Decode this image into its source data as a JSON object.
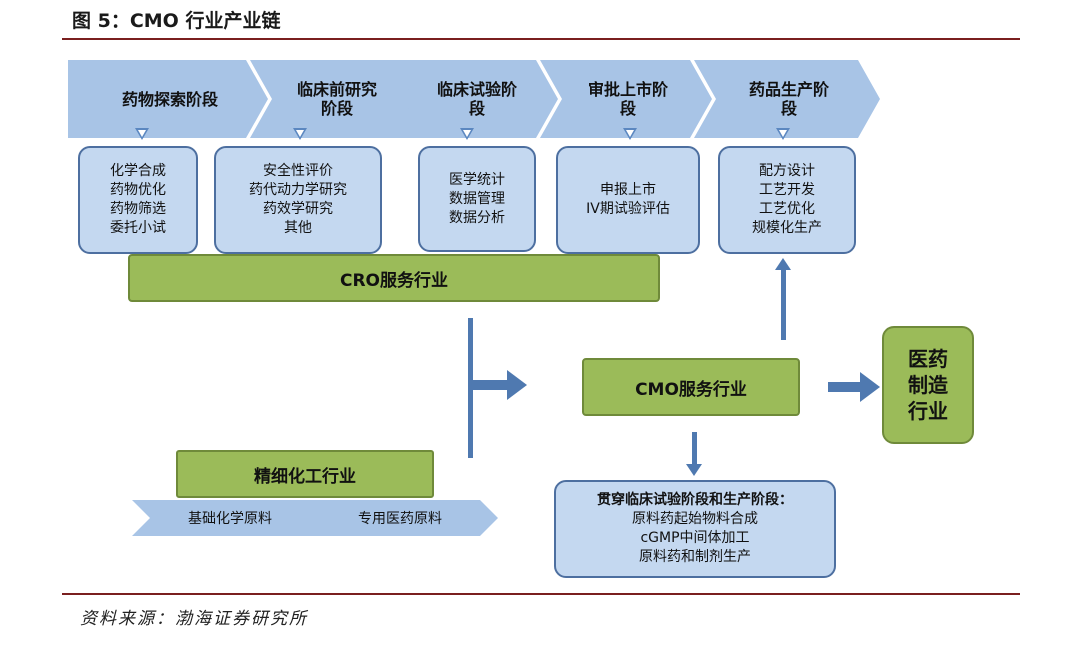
{
  "title": "图 5：CMO 行业产业链",
  "source": "资料来源：渤海证券研究所",
  "stages": [
    {
      "label": "药物探索阶段"
    },
    {
      "label": "临床前研究\n阶段"
    },
    {
      "label": "临床试验阶\n段"
    },
    {
      "label": "审批上市阶\n段"
    },
    {
      "label": "药品生产阶\n段"
    }
  ],
  "stage_boxes": [
    {
      "lines": [
        "化学合成",
        "药物优化",
        "药物筛选",
        "委托小试"
      ]
    },
    {
      "lines": [
        "安全性评价",
        "药代动力学研究",
        "药效学研究",
        "其他"
      ]
    },
    {
      "lines": [
        "医学统计",
        "数据管理",
        "数据分析"
      ]
    },
    {
      "lines": [
        "申报上市",
        "IV期试验评估"
      ]
    },
    {
      "lines": [
        "配方设计",
        "工艺开发",
        "工艺优化",
        "规模化生产"
      ]
    }
  ],
  "cro_label": "CRO服务行业",
  "cmo_label": "CMO服务行业",
  "pharma_label": "医药\n制造\n行业",
  "fine_chem_label": "精细化工行业",
  "fine_chem_stages": [
    {
      "label": "基础化学原料"
    },
    {
      "label": "专用医药原料"
    }
  ],
  "cmo_detail": {
    "heading": "贯穿临床试验阶段和生产阶段：",
    "lines": [
      "原料药起始物料合成",
      "cGMP中间体加工",
      "原料药和制剂生产"
    ]
  },
  "colors": {
    "stage_fill": "#a8c4e6",
    "box_fill": "#c4d8f0",
    "box_border": "#4d6fa0",
    "green": "#9bbb59",
    "arrow": "#4f79b0",
    "rule": "#7a1f1f"
  }
}
